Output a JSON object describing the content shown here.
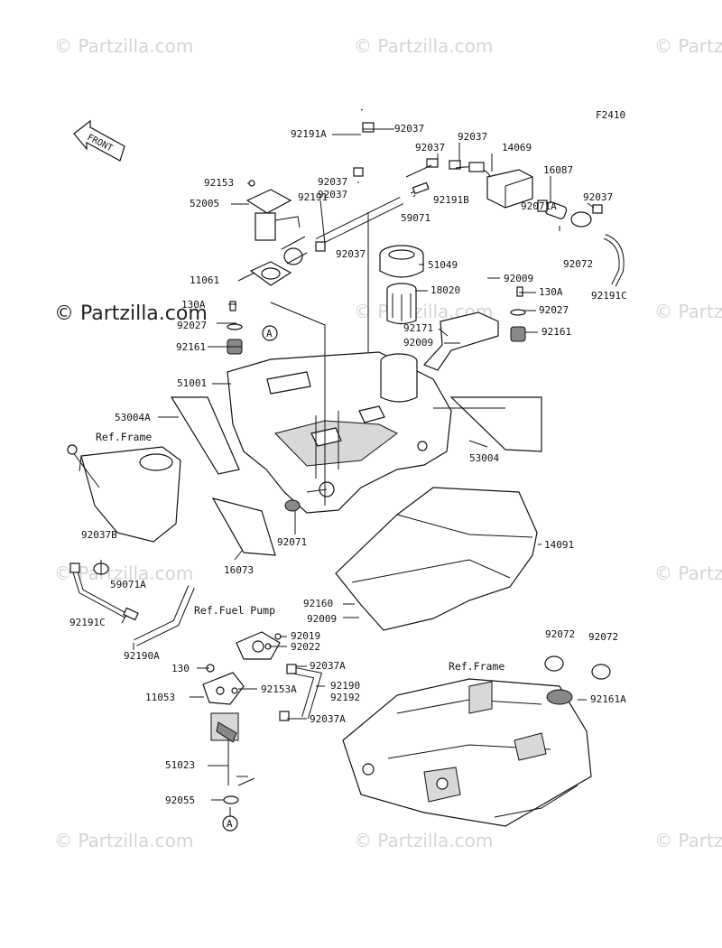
{
  "diagram_code": "F2410",
  "front_label": "FRONT",
  "watermark_text": "© Partzilla.com",
  "watermark_main": "© Partzilla.com",
  "circle_ref": "A",
  "refs": {
    "frame_top": "Ref.Frame",
    "fuel_pump": "Ref.Fuel Pump",
    "frame_bottom": "Ref.Frame"
  },
  "part_numbers": {
    "p92191A": "92191A",
    "p92037_a": "92037",
    "p92037_b": "92037",
    "p92037_c": "92037",
    "p14069": "14069",
    "p92153": "92153",
    "p92037_d": "92037",
    "p92037_e": "92037",
    "p92191B": "92191B",
    "p16087": "16087",
    "p52005": "52005",
    "p59071": "59071",
    "p92037_f": "92037",
    "p92191": "92191",
    "p92071A": "92071A",
    "p92037_g": "92037",
    "p51049": "51049",
    "p92072": "92072",
    "p11061": "11061",
    "p18020": "18020",
    "p92009_a": "92009",
    "p130A_r": "130A",
    "p92191C_r": "92191C",
    "p130A_l": "130A",
    "p92027_l": "92027",
    "p92027_r": "92027",
    "p92171": "92171",
    "p92009_b": "92009",
    "p92161_l": "92161",
    "p92161_r": "92161",
    "p51001": "51001",
    "p53004A": "53004A",
    "p53004": "53004",
    "p92071": "92071",
    "p92037B": "92037B",
    "p16073": "16073",
    "p14091": "14091",
    "p59071A": "59071A",
    "p92160": "92160",
    "p92191C_l": "92191C",
    "p92009_c": "92009",
    "p92019": "92019",
    "p92190A": "92190A",
    "p92022": "92022",
    "p92072_b": "92072",
    "p92072_c": "92072",
    "p130": "130",
    "p92037A_a": "92037A",
    "p92190": "92190",
    "p92192": "92192",
    "p11053": "11053",
    "p92153A": "92153A",
    "p92161A": "92161A",
    "p92037A_b": "92037A",
    "p51023": "51023",
    "p92055": "92055"
  }
}
